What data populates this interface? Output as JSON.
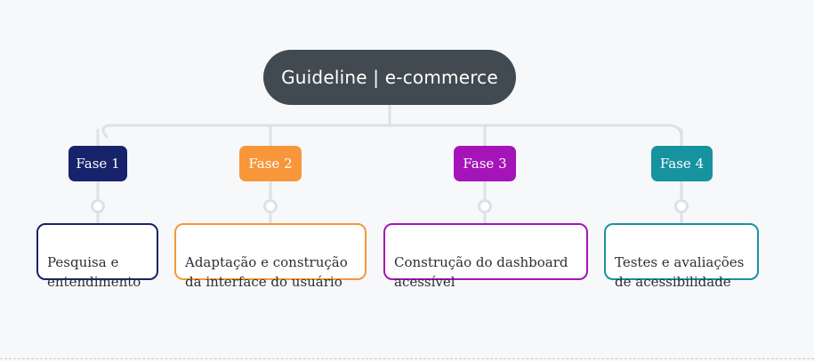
{
  "root": {
    "label": "Guideline | e-commerce"
  },
  "phases": [
    {
      "label": "Fase 1",
      "color": "#17236a",
      "description": "Pesquisa e\nentendimento"
    },
    {
      "label": "Fase 2",
      "color": "#f7973a",
      "description": "Adaptação e construção\nda interface do usuário"
    },
    {
      "label": "Fase 3",
      "color": "#a514b8",
      "description": "Construção do dashboard\nacessível"
    },
    {
      "label": "Fase 4",
      "color": "#17939f",
      "description": "Testes e avaliações\nde acessibilidade"
    }
  ],
  "connector_color": "#dde1e5"
}
